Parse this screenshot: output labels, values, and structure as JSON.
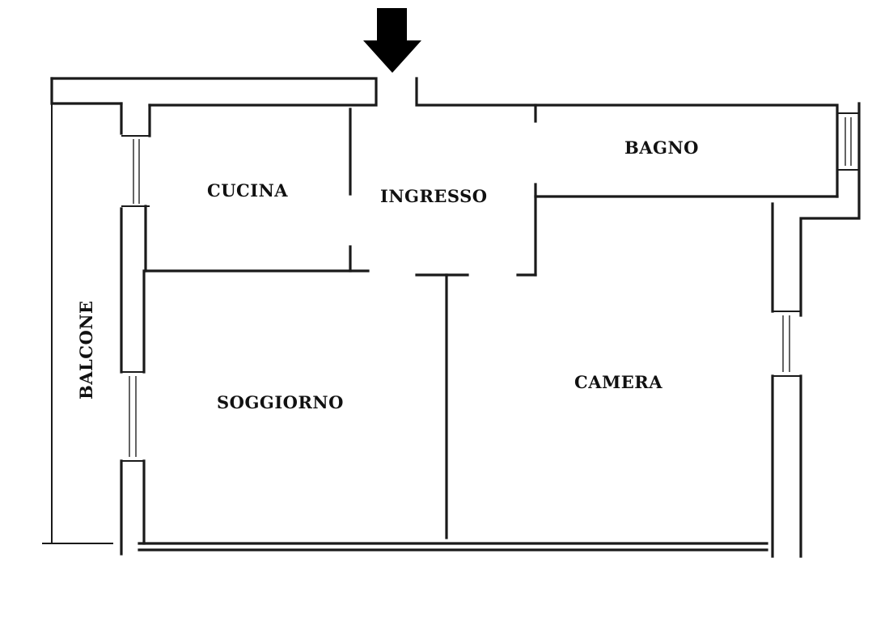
{
  "plan": {
    "colors": {
      "ink": "#1a1a1a",
      "background": "#ffffff"
    },
    "entrance_marker": "down-arrow-icon",
    "rooms": {
      "bagno": "BAGNO",
      "cucina": "CUCINA",
      "ingresso": "INGRESSO",
      "balcone": "BALCONE",
      "soggiorno": "SOGGIORNO",
      "camera": "CAMERA"
    }
  }
}
